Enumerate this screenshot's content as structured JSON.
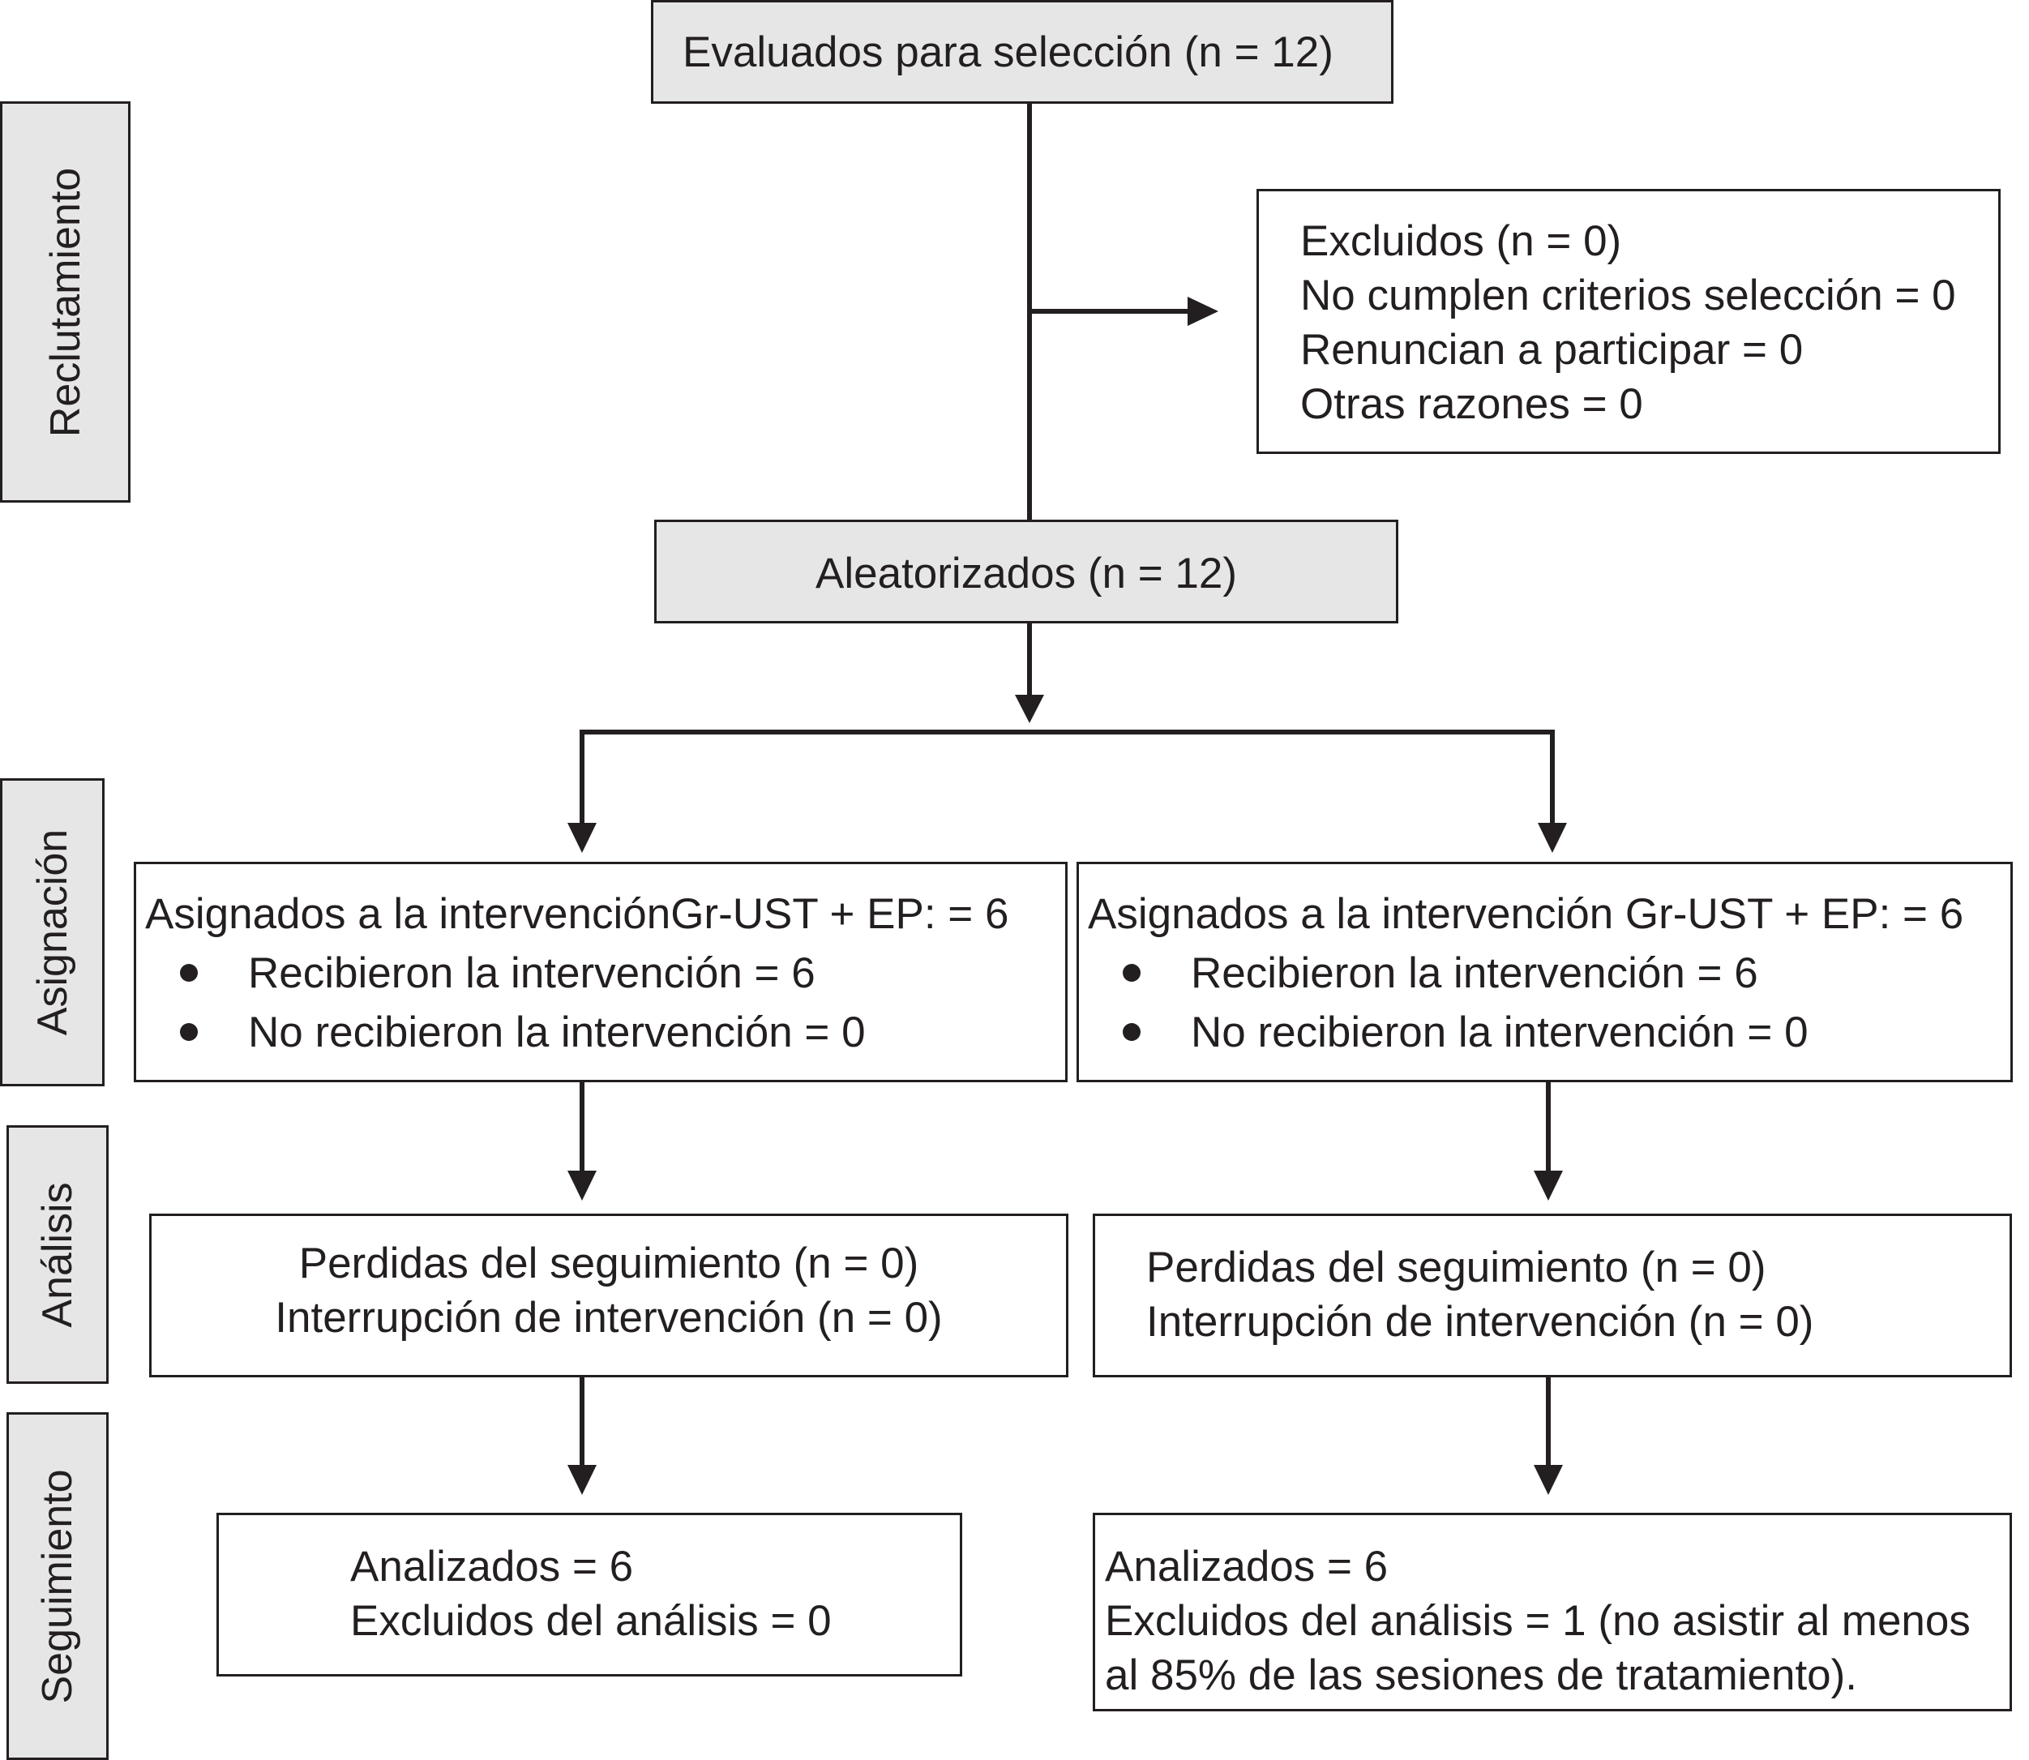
{
  "phases": {
    "recruitment": "Reclutamiento",
    "allocation": "Asignación",
    "analysis": "Análisis",
    "followup": "Seguimiento"
  },
  "enrollment": {
    "assessed": "Evaluados para selección (n = 12)"
  },
  "excluded": {
    "title": "Excluidos  (n = 0)",
    "criteria": "No cumplen criterios selección = 0",
    "declined": "Renuncian a participar = 0",
    "other": "Otras razones = 0"
  },
  "randomized": "Aleatorizados (n = 12)",
  "arms": [
    {
      "allocated": "Asignados a la intervenciónGr-UST + EP: = 6",
      "received": "Recibieron la intervención = 6",
      "not_received": "No recibieron la intervención = 0",
      "lost": "Perdidas del seguimiento (n = 0)",
      "discontinued": "Interrupción de intervención (n = 0)",
      "analysed": "Analizados = 6",
      "excluded_analysis": "Excluidos del análisis = 0"
    },
    {
      "allocated": "Asignados a la intervención Gr-UST + EP: = 6",
      "received": "Recibieron la intervención = 6",
      "not_received": "No recibieron la intervención = 0",
      "lost": "Perdidas del seguimiento (n = 0)",
      "discontinued": "Interrupción de intervención (n = 0)",
      "analysed": "Analizados = 6",
      "excluded_analysis_1": "Excluidos del análisis = 1 (no asistir al menos",
      "excluded_analysis_2": "al 85% de las sesiones de tratamiento)."
    }
  ],
  "colors": {
    "stroke": "#231f20",
    "box_fill": "#e6e6e6"
  }
}
